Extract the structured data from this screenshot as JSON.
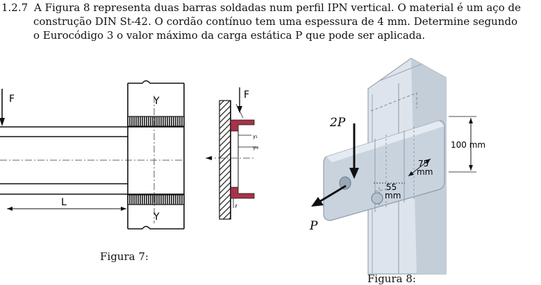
{
  "problem": {
    "number": "1.2.7",
    "lines": [
      "A Figura 8 representa duas barras soldadas num perfil IPN vertical. O material é um aço de",
      "construção DIN St-42. O cordão contínuo tem uma espessura de 4 mm. Determine segundo",
      "o Eurocódigo 3 o valor máximo da carga estática P que pode ser aplicada."
    ]
  },
  "figure7": {
    "caption": "Figura 7:",
    "labels": {
      "force_left": "F",
      "force_right": "F",
      "y_top": "Y",
      "y_bottom": "Y",
      "length": "L",
      "y1": "y₁",
      "ym": "yₘ",
      "z": "z"
    }
  },
  "figure8": {
    "caption": "Figura 8:",
    "labels": {
      "load_2p": "2P",
      "load_p": "P",
      "dim_100": "100 mm",
      "dim_75a": "75",
      "dim_75b": "mm",
      "dim_55a": "55",
      "dim_55b": "mm"
    },
    "colors": {
      "steel": "#c9d3de",
      "steel_dark": "#9aa7b5",
      "arrow": "#111111"
    }
  },
  "colors": {
    "weld": "#a8324a",
    "hatch": "#222222"
  }
}
